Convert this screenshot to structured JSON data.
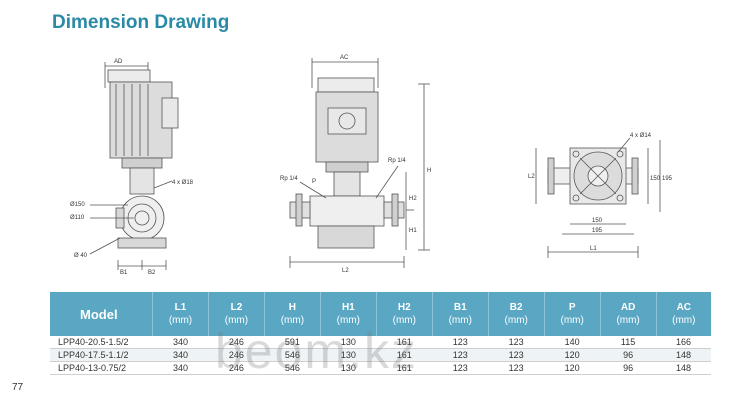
{
  "title": "Dimension Drawing",
  "drawing_labels": {
    "ad": "AD",
    "ac": "AC",
    "h": "H",
    "h1": "H1",
    "h2": "H2",
    "b1": "B1",
    "b2": "B2",
    "p": "P",
    "l1": "L1",
    "l2": "L2",
    "bolt_holes_side": "4 x Ø18",
    "bolt_holes_top": "4 x Ø14",
    "dia_150": "Ø150",
    "dia_110": "Ø110",
    "dia_40": "Ø 40",
    "rp_left": "Rp 1/4",
    "rp_right": "Rp 1/4",
    "dim_150_h": "150",
    "dim_195_h": "195",
    "dim_150_v": "150",
    "dim_195_v": "195"
  },
  "table": {
    "headers": [
      {
        "label": "Model",
        "unit": ""
      },
      {
        "label": "L1",
        "unit": "(mm)"
      },
      {
        "label": "L2",
        "unit": "(mm)"
      },
      {
        "label": "H",
        "unit": "(mm)"
      },
      {
        "label": "H1",
        "unit": "(mm)"
      },
      {
        "label": "H2",
        "unit": "(mm)"
      },
      {
        "label": "B1",
        "unit": "(mm)"
      },
      {
        "label": "B2",
        "unit": "(mm)"
      },
      {
        "label": "P",
        "unit": "(mm)"
      },
      {
        "label": "AD",
        "unit": "(mm)"
      },
      {
        "label": "AC",
        "unit": "(mm)"
      }
    ],
    "rows": [
      [
        "LPP40-20.5-1.5/2",
        "340",
        "246",
        "591",
        "130",
        "161",
        "123",
        "123",
        "140",
        "115",
        "166"
      ],
      [
        "LPP40-17.5-1.1/2",
        "340",
        "246",
        "546",
        "130",
        "161",
        "123",
        "123",
        "120",
        "96",
        "148"
      ],
      [
        "LPP40-13-0.75/2",
        "340",
        "246",
        "546",
        "130",
        "161",
        "123",
        "123",
        "120",
        "96",
        "148"
      ]
    ]
  },
  "page_number": "77",
  "watermark": "beom.kz"
}
